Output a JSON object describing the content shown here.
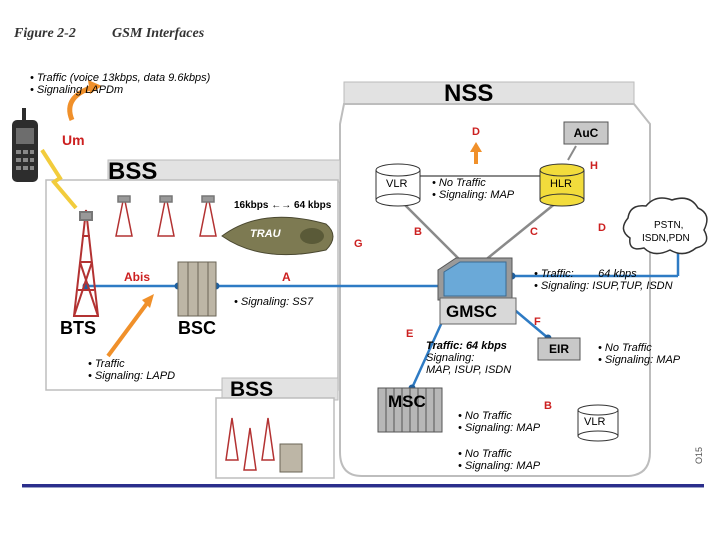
{
  "figure": {
    "number": "Figure 2-2",
    "title": "GSM Interfaces"
  },
  "regions": {
    "nss": "NSS",
    "bss_main": "BSS",
    "bss_second": "BSS"
  },
  "nodes": {
    "bts": "BTS",
    "bsc": "BSC",
    "trau": "TRAU",
    "gmsc": "GMSC",
    "msc": "MSC",
    "vlr_top": "VLR",
    "hlr": "HLR",
    "auc": "AuC",
    "eir": "EIR",
    "vlr_bottom": "VLR",
    "pstn_line1": "PSTN,",
    "pstn_line2": "ISDN,PDN"
  },
  "interfaces": {
    "um": "Um",
    "abis": "Abis",
    "a": "A",
    "b_top": "B",
    "b_bottom": "B",
    "c": "C",
    "d_top": "D",
    "d_right": "D",
    "e": "E",
    "f": "F",
    "g": "G",
    "h": "H"
  },
  "annotations": {
    "um_notes": [
      "• Traffic (voice 13kbps, data 9.6kbps)",
      "• Signaling LAPDm"
    ],
    "abis_notes": [
      "• Traffic",
      "• Signaling: LAPD"
    ],
    "a_note": "• Signaling: SS7",
    "trau_rate": "16kbps ←→ 64 kbps",
    "d_notes": [
      "• No Traffic",
      "• Signaling: MAP"
    ],
    "gmsc_pstn_notes": [
      "• Traffic:        64 kbps",
      "• Signaling: ISUP,TUP, ISDN"
    ],
    "e_notes": [
      "Traffic: 64 kbps",
      "Signaling:",
      "MAP, ISUP, ISDN"
    ],
    "f_notes": [
      "• No Traffic",
      "• Signaling: MAP"
    ],
    "b_bottom_notes": [
      "• No Traffic",
      "• Signaling: MAP"
    ],
    "g_notes": [
      "• No Traffic",
      "• Signaling: MAP"
    ]
  },
  "side_code": "O15",
  "colors": {
    "interface_red": "#cc2020",
    "link_blue": "#2e7bc4",
    "link_gray": "#8a8a8a",
    "hlr_yellow": "#f2dc3c",
    "gmsc_blue": "#6aa9d8",
    "footer_navy": "#2b2e8c"
  }
}
